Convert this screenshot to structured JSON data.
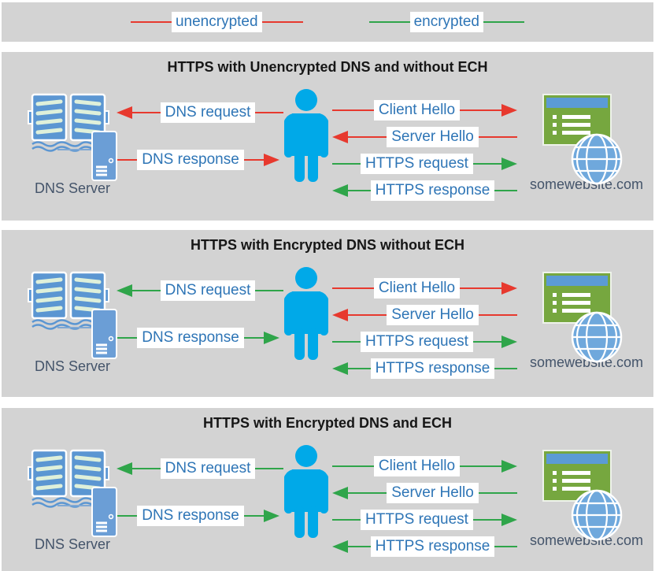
{
  "colors": {
    "unencrypted": "#e7392e",
    "encrypted": "#2fa54a",
    "panel_background": "#d3d3d3",
    "label_text": "#2e75b6",
    "caption_text": "#44546a",
    "person_icon": "#00a9e8",
    "book_icon": "#5b96d2",
    "website_green": "#76a73f",
    "website_blue": "#5b9bd5"
  },
  "legend": {
    "items": [
      {
        "label": "unencrypted",
        "encryption": "unencrypted"
      },
      {
        "label": "encrypted",
        "encryption": "encrypted"
      }
    ]
  },
  "panels": [
    {
      "title": "HTTPS with Unencrypted DNS and without ECH",
      "dns_server_caption": "DNS Server",
      "website_caption": "somewebsite.com",
      "arrows": [
        {
          "label": "DNS request",
          "direction": "left",
          "encryption": "unencrypted"
        },
        {
          "label": "DNS response",
          "direction": "right",
          "encryption": "unencrypted"
        },
        {
          "label": "Client Hello",
          "direction": "right",
          "encryption": "unencrypted"
        },
        {
          "label": "Server Hello",
          "direction": "left",
          "encryption": "unencrypted"
        },
        {
          "label": "HTTPS request",
          "direction": "right",
          "encryption": "encrypted"
        },
        {
          "label": "HTTPS response",
          "direction": "left",
          "encryption": "encrypted"
        }
      ]
    },
    {
      "title": "HTTPS with Encrypted DNS without ECH",
      "dns_server_caption": "DNS Server",
      "website_caption": "somewebsite.com",
      "arrows": [
        {
          "label": "DNS request",
          "direction": "left",
          "encryption": "encrypted"
        },
        {
          "label": "DNS response",
          "direction": "right",
          "encryption": "encrypted"
        },
        {
          "label": "Client Hello",
          "direction": "right",
          "encryption": "unencrypted"
        },
        {
          "label": "Server Hello",
          "direction": "left",
          "encryption": "unencrypted"
        },
        {
          "label": "HTTPS request",
          "direction": "right",
          "encryption": "encrypted"
        },
        {
          "label": "HTTPS response",
          "direction": "left",
          "encryption": "encrypted"
        }
      ]
    },
    {
      "title": "HTTPS with Encrypted DNS and ECH",
      "dns_server_caption": "DNS Server",
      "website_caption": "somewebsite.com",
      "arrows": [
        {
          "label": "DNS request",
          "direction": "left",
          "encryption": "encrypted"
        },
        {
          "label": "DNS response",
          "direction": "right",
          "encryption": "encrypted"
        },
        {
          "label": "Client Hello",
          "direction": "right",
          "encryption": "encrypted"
        },
        {
          "label": "Server Hello",
          "direction": "left",
          "encryption": "encrypted"
        },
        {
          "label": "HTTPS request",
          "direction": "right",
          "encryption": "encrypted"
        },
        {
          "label": "HTTPS response",
          "direction": "left",
          "encryption": "encrypted"
        }
      ]
    }
  ]
}
